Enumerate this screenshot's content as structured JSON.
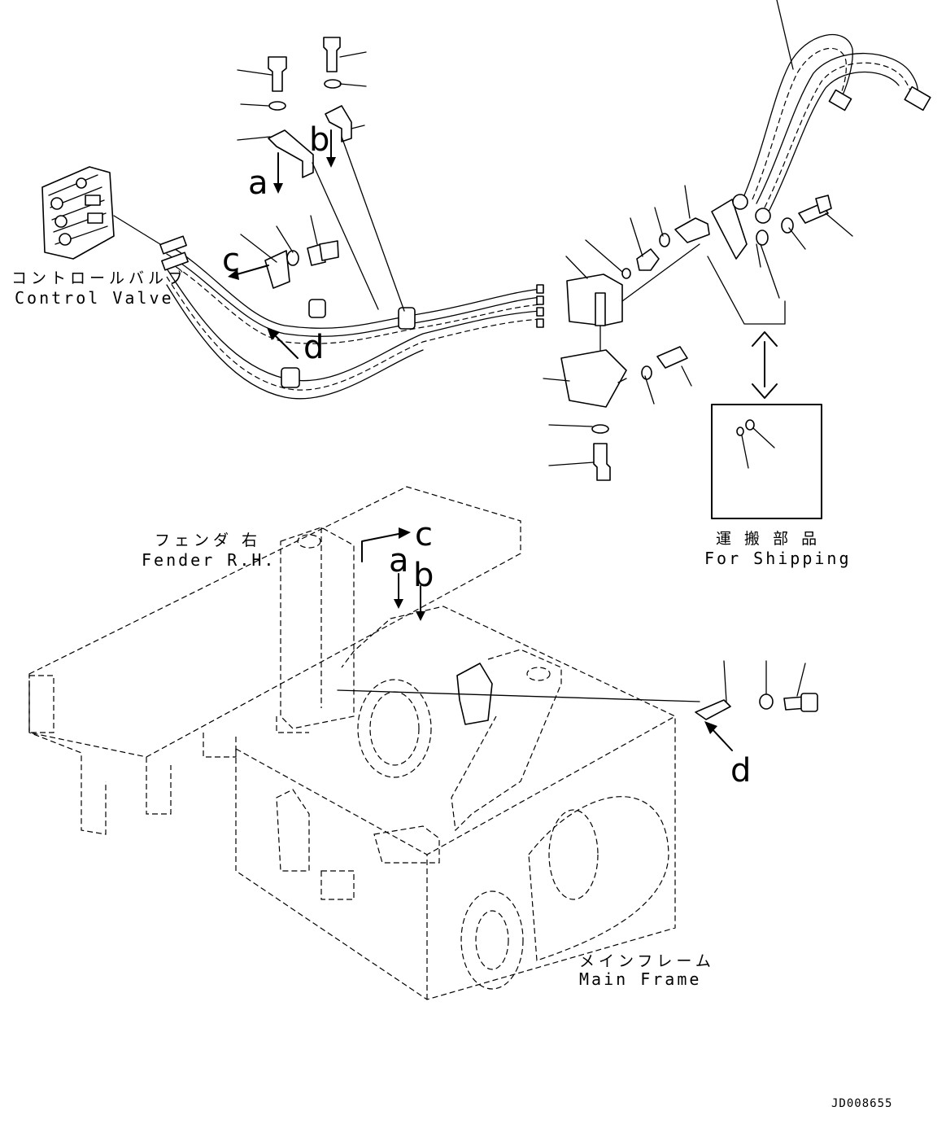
{
  "labels": {
    "control_valve_jp": "コントロールバルブ",
    "control_valve_en": "Control Valve",
    "fender_jp": "フェンダ 右",
    "fender_en": "Fender R.H.",
    "shipping_jp": "運 搬 部 品",
    "shipping_en": "For Shipping",
    "main_frame_jp": "メインフレーム",
    "main_frame_en": "Main Frame",
    "drawing_code": "JD008655"
  },
  "markers": {
    "a_top": "a",
    "b_top": "b",
    "c_top": "c",
    "d_top": "d",
    "c_frame": "c",
    "a_frame": "a",
    "b_frame": "b",
    "d_frame": "d"
  }
}
